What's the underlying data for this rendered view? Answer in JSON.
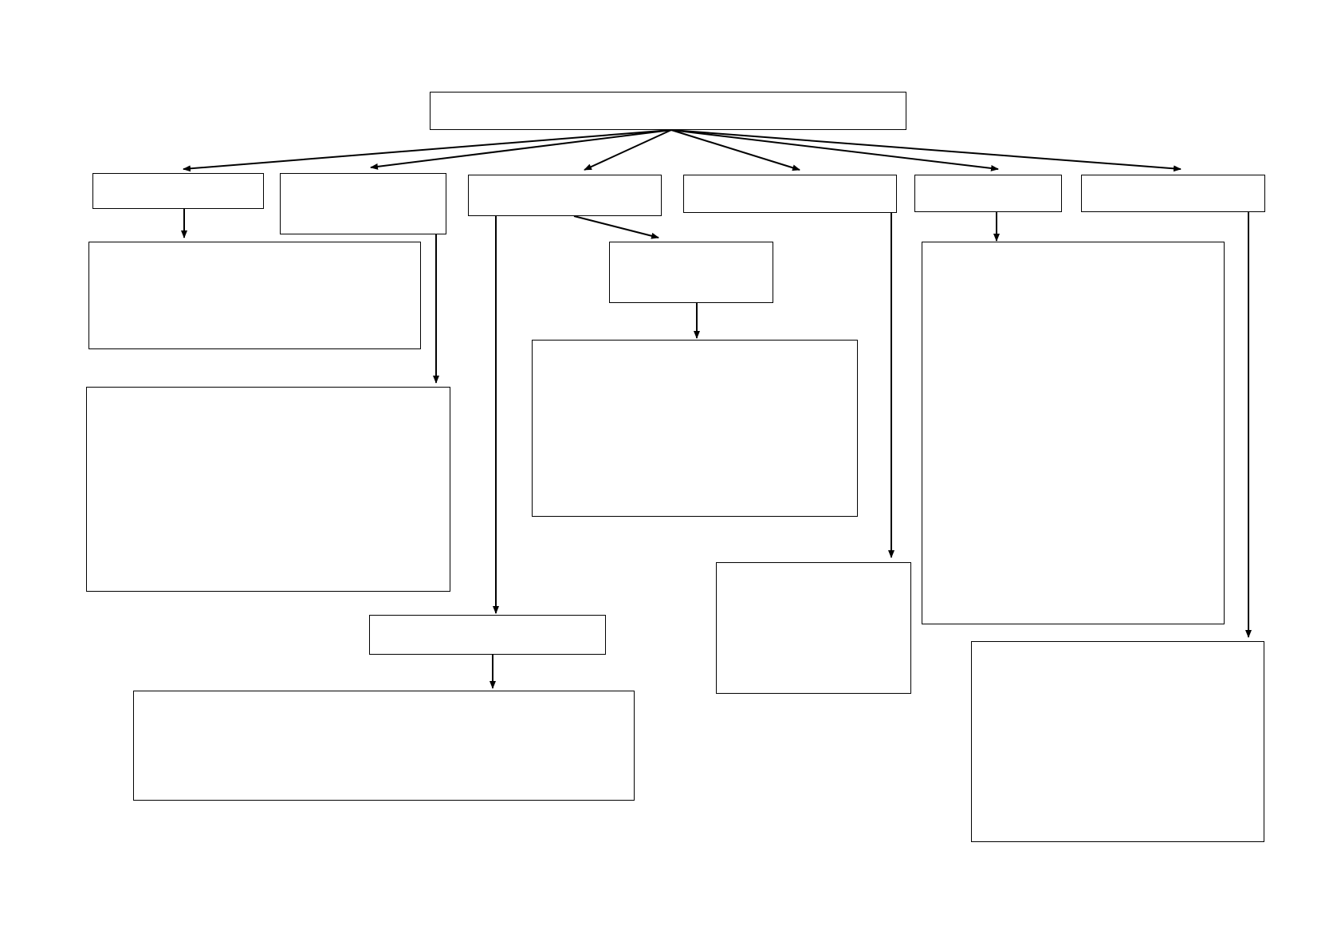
{
  "diagram": {
    "type": "hierarchy-flowchart",
    "root": {
      "id": "root",
      "label": ""
    },
    "nodes": [
      {
        "id": "root",
        "label": ""
      },
      {
        "id": "branch-1",
        "label": ""
      },
      {
        "id": "branch-2",
        "label": ""
      },
      {
        "id": "branch-3",
        "label": ""
      },
      {
        "id": "branch-4",
        "label": ""
      },
      {
        "id": "branch-5",
        "label": ""
      },
      {
        "id": "branch-6",
        "label": ""
      },
      {
        "id": "branch-1-detail",
        "label": ""
      },
      {
        "id": "branch-2-detail",
        "label": ""
      },
      {
        "id": "branch-3-sub",
        "label": ""
      },
      {
        "id": "branch-3-sub-detail",
        "label": ""
      },
      {
        "id": "branch-3-lower",
        "label": ""
      },
      {
        "id": "branch-3-lower-detail",
        "label": ""
      },
      {
        "id": "branch-4-detail",
        "label": ""
      },
      {
        "id": "branch-5-detail",
        "label": ""
      },
      {
        "id": "branch-6-detail",
        "label": ""
      }
    ],
    "edges": [
      {
        "from": "root",
        "to": "branch-1"
      },
      {
        "from": "root",
        "to": "branch-2"
      },
      {
        "from": "root",
        "to": "branch-3"
      },
      {
        "from": "root",
        "to": "branch-4"
      },
      {
        "from": "root",
        "to": "branch-5"
      },
      {
        "from": "root",
        "to": "branch-6"
      },
      {
        "from": "branch-1",
        "to": "branch-1-detail"
      },
      {
        "from": "branch-2",
        "to": "branch-2-detail"
      },
      {
        "from": "branch-3",
        "to": "branch-3-sub"
      },
      {
        "from": "branch-3-sub",
        "to": "branch-3-sub-detail"
      },
      {
        "from": "branch-3",
        "to": "branch-3-lower"
      },
      {
        "from": "branch-3-lower",
        "to": "branch-3-lower-detail"
      },
      {
        "from": "branch-4",
        "to": "branch-4-detail"
      },
      {
        "from": "branch-5",
        "to": "branch-5-detail"
      },
      {
        "from": "branch-6",
        "to": "branch-6-detail"
      }
    ],
    "colors": {
      "stroke": "#000000",
      "fill": "#ffffff",
      "background": "#ffffff"
    }
  }
}
